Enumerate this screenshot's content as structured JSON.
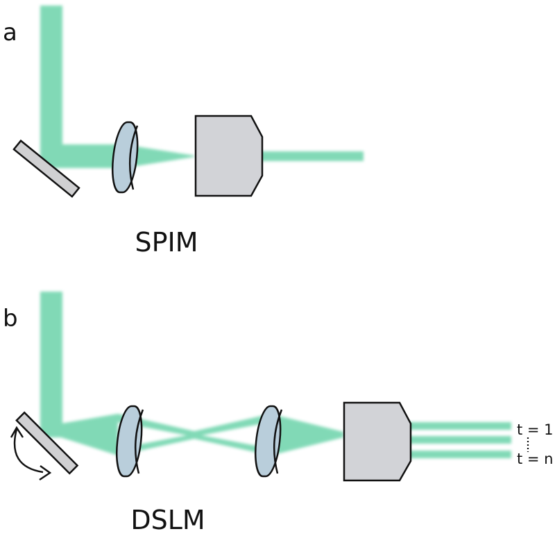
{
  "panel_a": {
    "letter": "a",
    "title": "SPIM"
  },
  "panel_b": {
    "letter": "b",
    "title": "DSLM",
    "t_first": "t = 1",
    "t_last": "t = n"
  },
  "colors": {
    "beam": "#34c38a",
    "lens": "#b9cedb",
    "objective": "#d2d3d7",
    "mirror": "#d0d0d2",
    "outline": "#111111"
  },
  "icons": [
    "mirror-icon",
    "lens-icon",
    "objective-icon",
    "rotation-arrow-icon"
  ]
}
